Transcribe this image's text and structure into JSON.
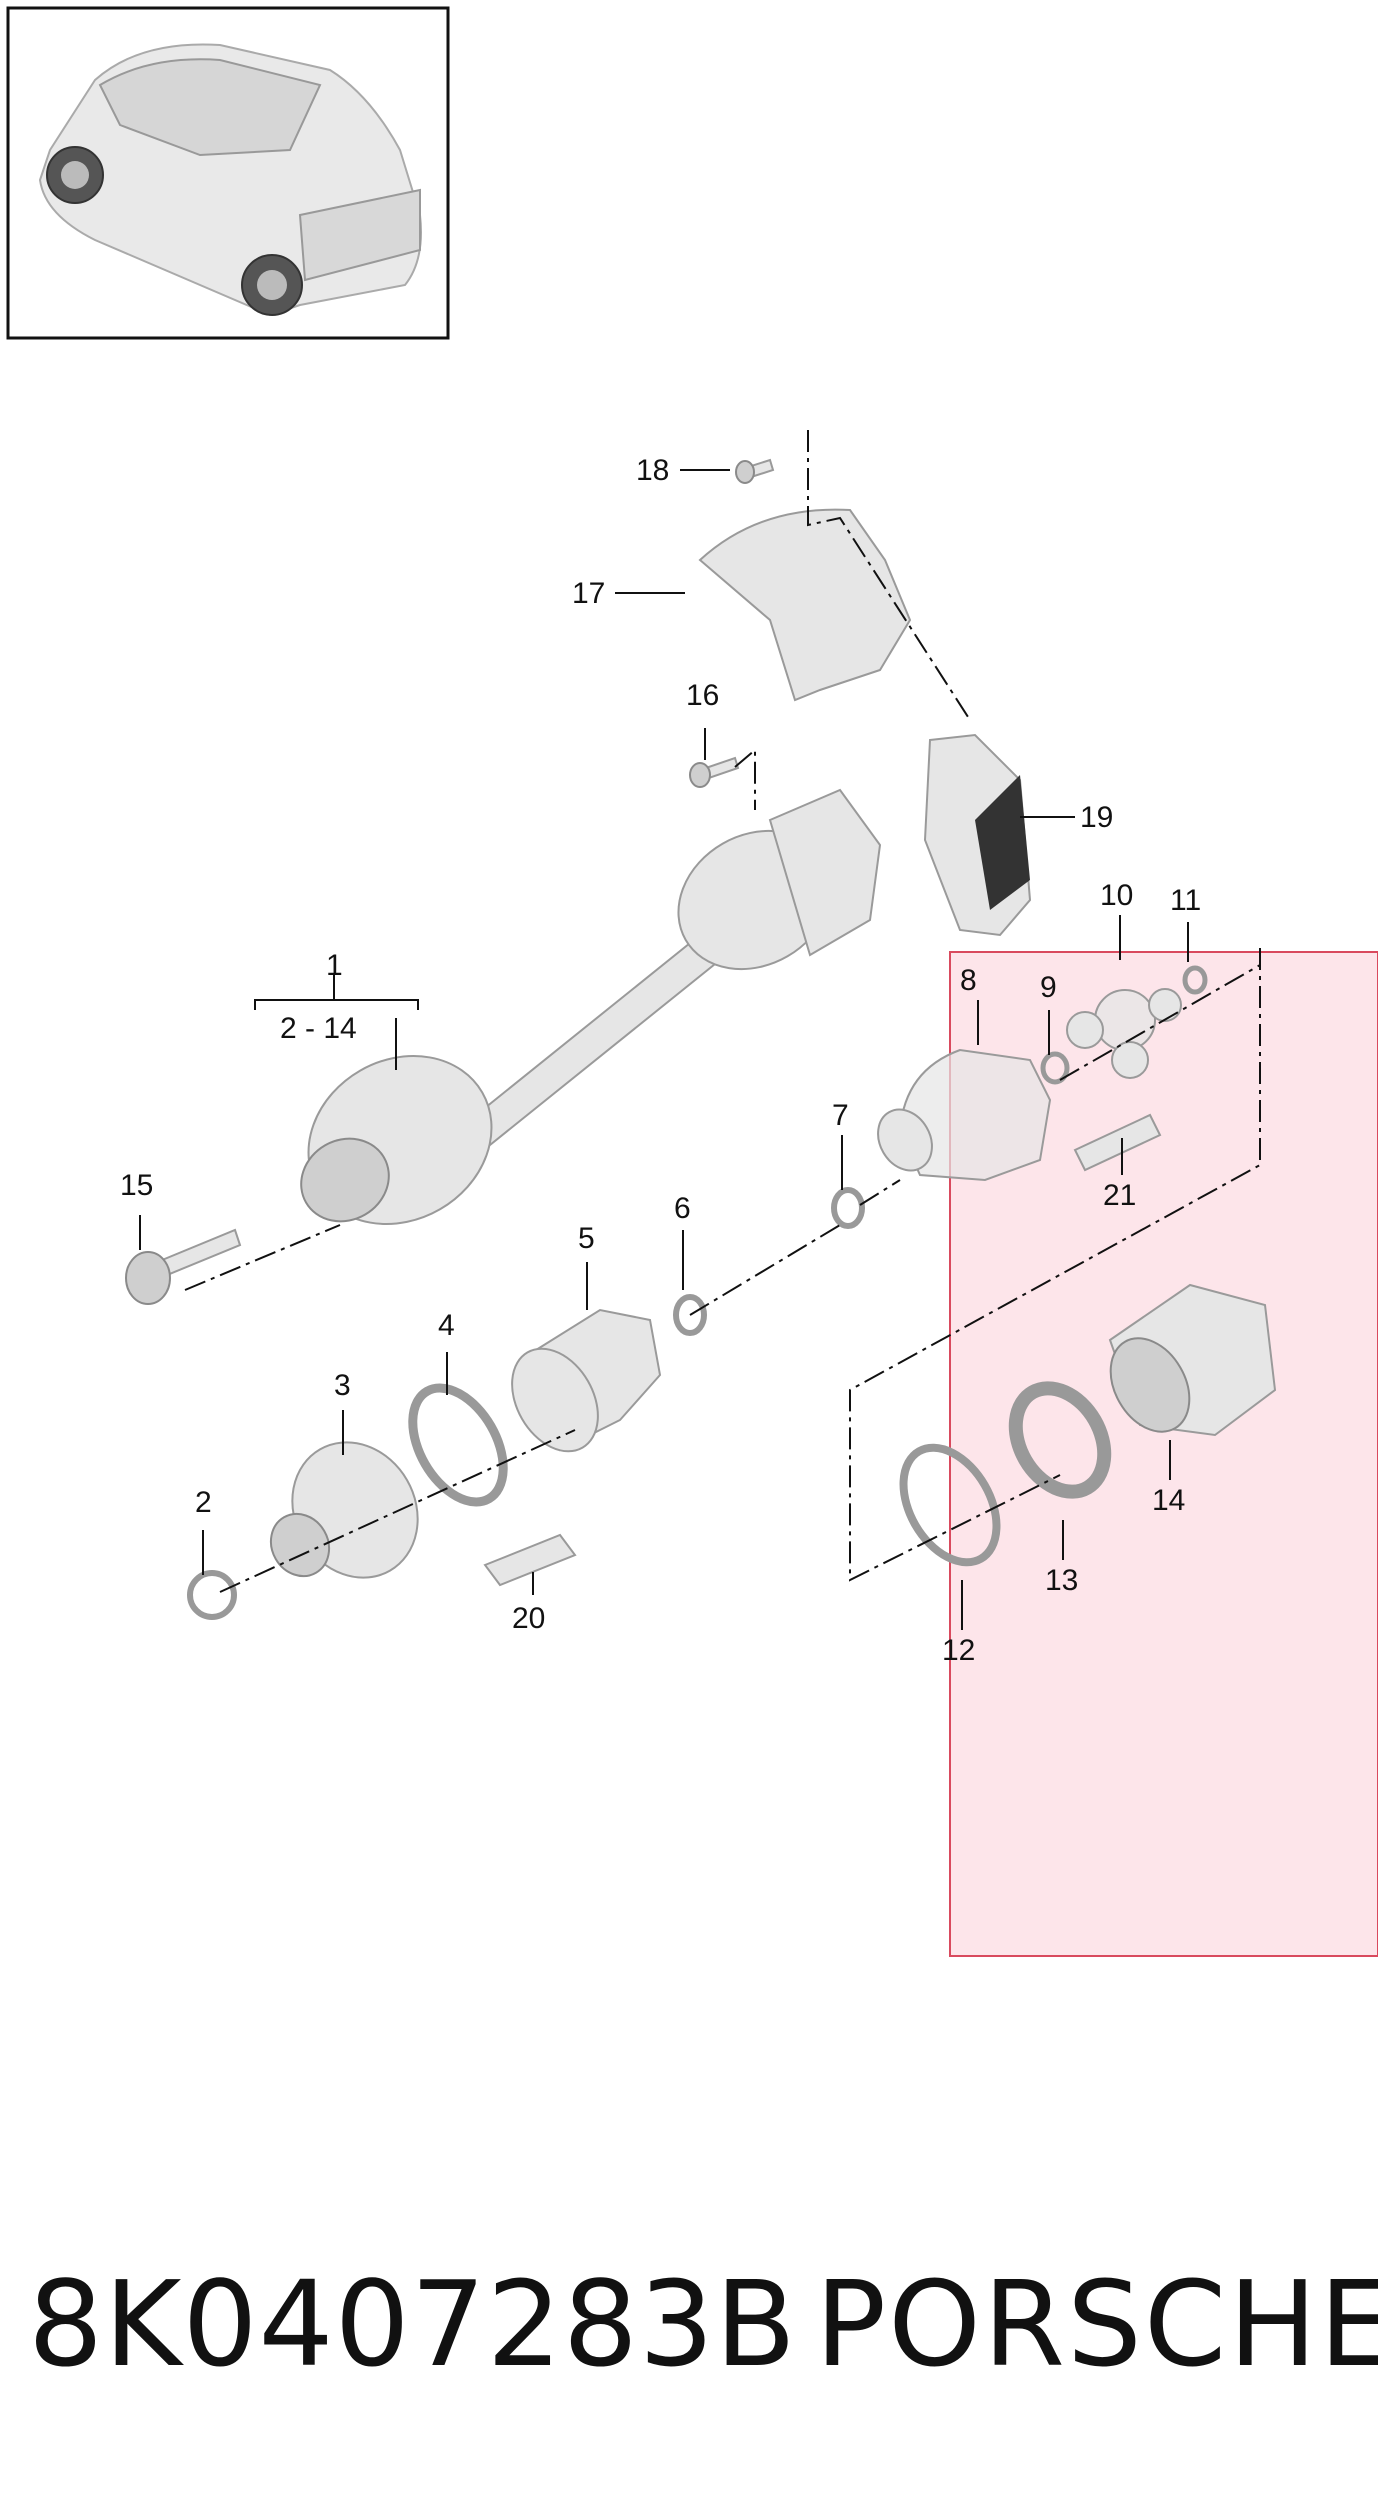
{
  "callouts": {
    "c1": "1",
    "c2_14": "2 - 14",
    "c2": "2",
    "c3": "3",
    "c4": "4",
    "c5": "5",
    "c6": "6",
    "c7": "7",
    "c8": "8",
    "c9": "9",
    "c10": "10",
    "c11": "11",
    "c12": "12",
    "c13": "13",
    "c14": "14",
    "c15": "15",
    "c16": "16",
    "c17": "17",
    "c18": "18",
    "c19": "19",
    "c20": "20",
    "c21": "21"
  },
  "footer": {
    "part_number": "8K0407283B",
    "brand": "PORSCHE"
  },
  "colors": {
    "highlight_fill": "#fde0e6",
    "highlight_stroke": "#d94a5e",
    "part_fill": "#e6e6e6",
    "outline": "#111111"
  }
}
